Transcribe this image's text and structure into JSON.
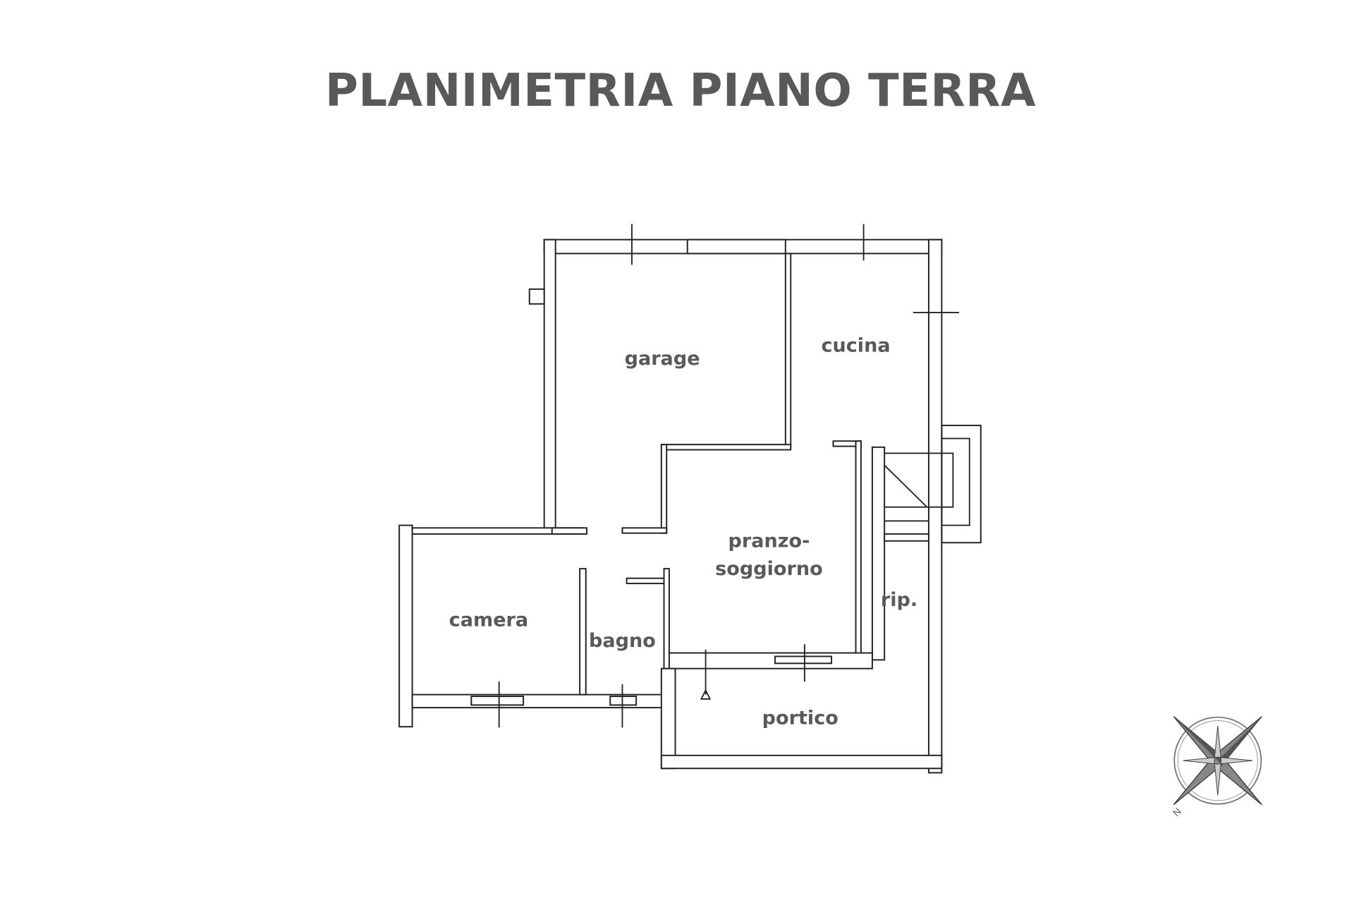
{
  "title": "PLANIMETRIA PIANO TERRA",
  "rooms": {
    "garage": "garage",
    "cucina": "cucina",
    "pranzo_line1": "pranzo-",
    "pranzo_line2": "soggiorno",
    "rip": "rip.",
    "camera": "camera",
    "bagno": "bagno",
    "portico": "portico"
  },
  "compass": {
    "north_label": "N"
  },
  "colors": {
    "text": "#58595b",
    "walls": "#222222"
  }
}
